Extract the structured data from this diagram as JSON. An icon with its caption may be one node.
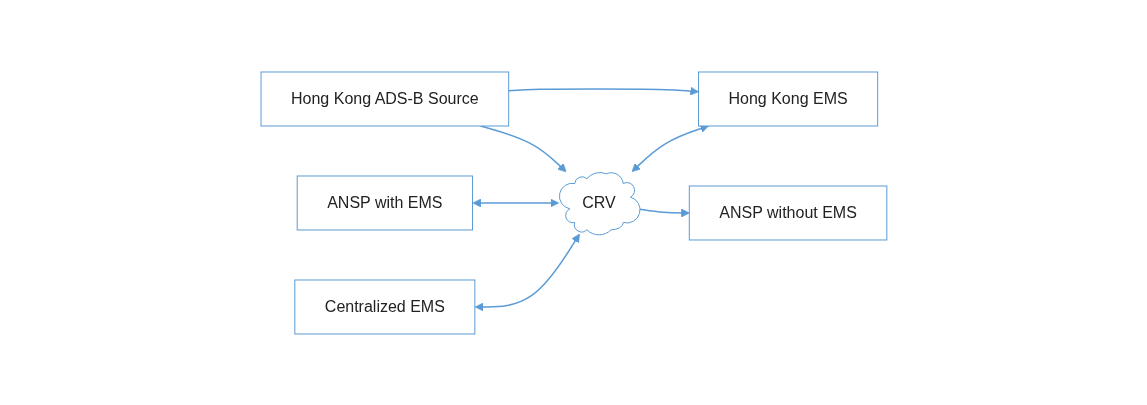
{
  "diagram": {
    "nodes": [
      {
        "text": [
          "Centralized EMS"
        ]
      },
      {
        "text": [
          "ANSP with EMS"
        ]
      },
      {
        "text": [
          "CRV"
        ]
      },
      {
        "text": [
          "Hong Kong EMS"
        ]
      },
      {
        "text": [
          "Hong Kong ADS-B Source"
        ]
      },
      {
        "text": [
          "ANSP without EMS"
        ]
      }
    ],
    "edges": [
      {
        "from": 0,
        "to": 2,
        "arrow": "both"
      },
      {
        "from": 1,
        "to": 2,
        "arrow": "both"
      },
      {
        "from": 2,
        "to": 3,
        "arrow": "both"
      },
      {
        "from": 4,
        "to": 3,
        "arrow": "to"
      },
      {
        "from": 4,
        "to": 2,
        "arrow": "to"
      },
      {
        "from": 2,
        "to": 5,
        "arrow": "to"
      }
    ]
  }
}
